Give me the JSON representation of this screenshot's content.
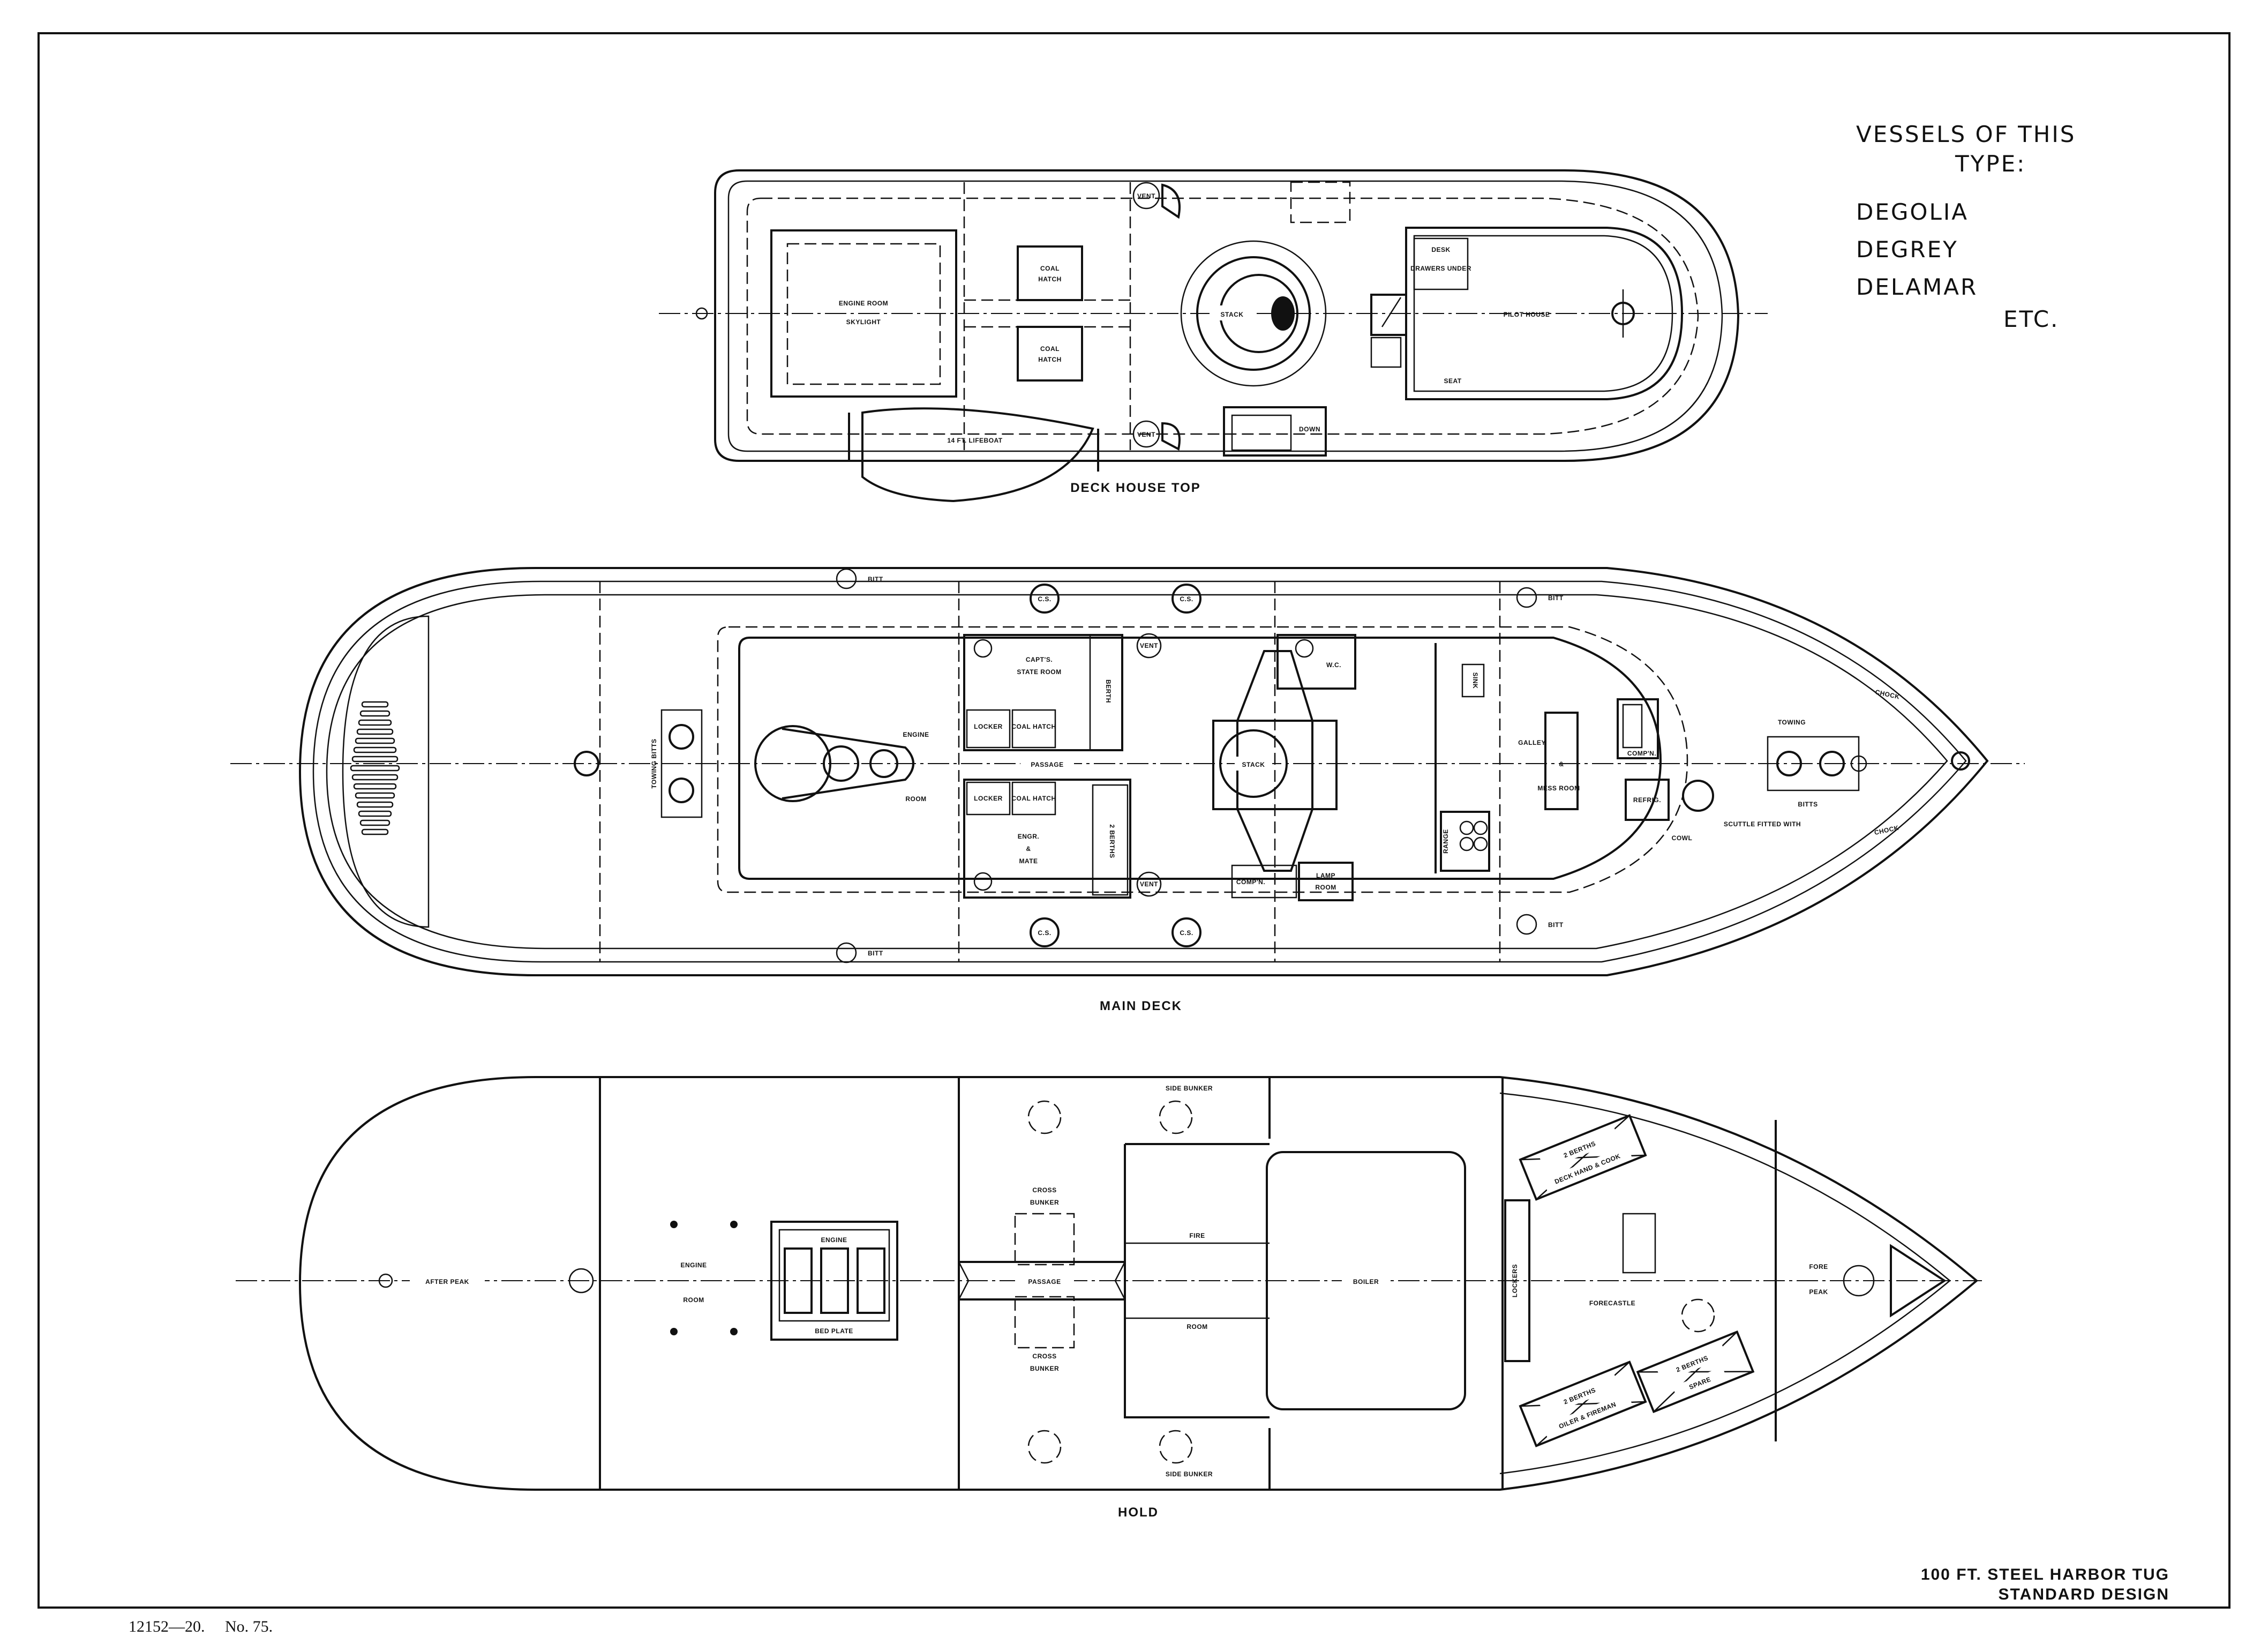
{
  "vessels": {
    "heading_line1": "VESSELS OF THIS",
    "heading_line2": "TYPE:",
    "names": [
      "DEGOLIA",
      "DEGREY",
      "DELAMAR"
    ],
    "etc": "ETC."
  },
  "title_block": {
    "line1": "100 FT. STEEL HARBOR TUG",
    "line2": "STANDARD DESIGN"
  },
  "footer": {
    "ref": "12152—20.",
    "number": "No. 75."
  },
  "deck_house_top": {
    "caption": "DECK HOUSE TOP",
    "skylight_1": "ENGINE ROOM",
    "skylight_2": "SKYLIGHT",
    "coal_hatch_1": "COAL",
    "coal_hatch_2": "HATCH",
    "stack": "STACK",
    "pilot_house": "PILOT HOUSE",
    "lifeboat": "14 FT. LIFEBOAT",
    "vent": "VENT",
    "down": "DOWN",
    "desk": "DESK",
    "drawers_under": "DRAWERS UNDER",
    "seat": "SEAT"
  },
  "main_deck": {
    "caption": "MAIN DECK",
    "towing_bitts": "TOWING BITTS",
    "towing": "TOWING",
    "bitts": "BITTS",
    "bitt": "BITT",
    "engine": "ENGINE",
    "room": "ROOM",
    "passage": "PASSAGE",
    "capts_1": "CAPT'S.",
    "capts_2": "STATE ROOM",
    "berth": "BERTH",
    "locker": "LOCKER",
    "coal_hatch": "COAL HATCH",
    "engr_1": "ENGR.",
    "engr_2": "&",
    "engr_3": "MATE",
    "two_berths": "2 BERTHS",
    "vent": "VENT",
    "cs": "C.S.",
    "stack": "STACK",
    "wc": "W.C.",
    "lamp_1": "LAMP",
    "lamp_2": "ROOM",
    "comp": "COMP'N.",
    "galley_1": "GALLEY",
    "galley_2": "&",
    "galley_3": "MESS ROOM",
    "refrig": "REFRIG.",
    "scuttle_1": "SCUTTLE FITTED WITH",
    "scuttle_2": "COWL",
    "sink": "SINK",
    "range": "RANGE",
    "chock": "CHOCK"
  },
  "hold": {
    "caption": "HOLD",
    "after_peak": "AFTER PEAK",
    "engine": "ENGINE",
    "room": "ROOM",
    "engine_small": "ENGINE",
    "bed_plate": "BED PLATE",
    "side_bunker": "SIDE BUNKER",
    "cross_1": "CROSS",
    "cross_2": "BUNKER",
    "passage": "PASSAGE",
    "fire": "FIRE",
    "fire_room": "ROOM",
    "boiler": "BOILER",
    "lockers": "LOCKERS",
    "forecastle": "FORECASTLE",
    "fore": "FORE",
    "peak": "PEAK",
    "berths_1": "2 BERTHS",
    "berths_1b": "DECK HAND & COOK",
    "berths_2": "2 BERTHS",
    "berths_2b": "SPARE",
    "berths_3": "2 BERTHS",
    "berths_3b": "OILER & FIREMAN"
  }
}
